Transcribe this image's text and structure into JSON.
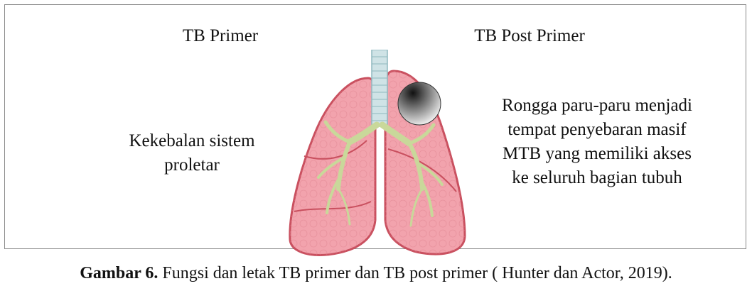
{
  "diagram": {
    "title_left": "TB Primer",
    "title_right": "TB Post Primer",
    "left_desc": [
      "Kekebalan sistem",
      "proletar"
    ],
    "right_desc": [
      "Rongga paru-paru menjadi",
      "tempat penyebaran masif",
      "MTB yang memiliki akses",
      "ke seluruh bagian tubuh"
    ]
  },
  "caption": {
    "label": "Gambar 6.",
    "text": " Fungsi dan letak TB primer dan TB post primer ( Hunter dan Actor, 2019)."
  },
  "colors": {
    "lung_fill": "#f2a3ad",
    "lung_stroke": "#c9505f",
    "bronchi": "#c9d89a",
    "trachea": "#cfe3e6",
    "cavity_dark": "#111111",
    "cavity_light": "#f4f4f4"
  }
}
